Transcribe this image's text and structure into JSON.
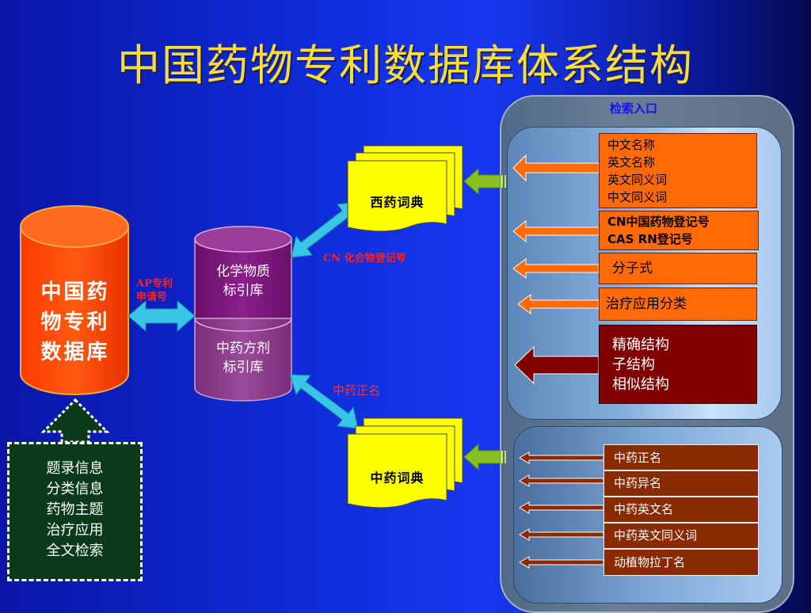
{
  "title": "中国药物专利数据库体系结构",
  "main_db": {
    "label_lines": [
      "中国药",
      "物专利",
      "数据库"
    ]
  },
  "link_ap": {
    "label_lines": [
      "AP专利",
      "申请号"
    ]
  },
  "index_db": {
    "top_lines": [
      "化学物质",
      "标引库"
    ],
    "bottom_lines": [
      "中药方剂",
      "标引库"
    ]
  },
  "western_dict": {
    "label": "西药词典",
    "link_label": "CN 化合物登记号"
  },
  "tcm_dict": {
    "label": "中药词典",
    "link_label": "中药正名"
  },
  "search_entry": {
    "title": "检索入口"
  },
  "western_fields": [
    {
      "lines": [
        "中文名称",
        "英文名称",
        "英文同义词",
        "中文同义词"
      ]
    },
    {
      "lines": [
        "CN中国药物登记号",
        "CAS RN登记号"
      ]
    },
    {
      "lines": [
        "分子式"
      ]
    },
    {
      "lines": [
        "治疗应用分类"
      ]
    },
    {
      "lines": [
        "精确结构",
        "子结构",
        "相似结构"
      ]
    }
  ],
  "tcm_fields": [
    "中药正名",
    "中药异名",
    "中药英文名",
    "中药英文同义词",
    "动植物拉丁名"
  ],
  "info_box": {
    "lines": [
      "题录信息",
      "分类信息",
      "药物主题",
      "治疗应用",
      "全文检索"
    ]
  }
}
